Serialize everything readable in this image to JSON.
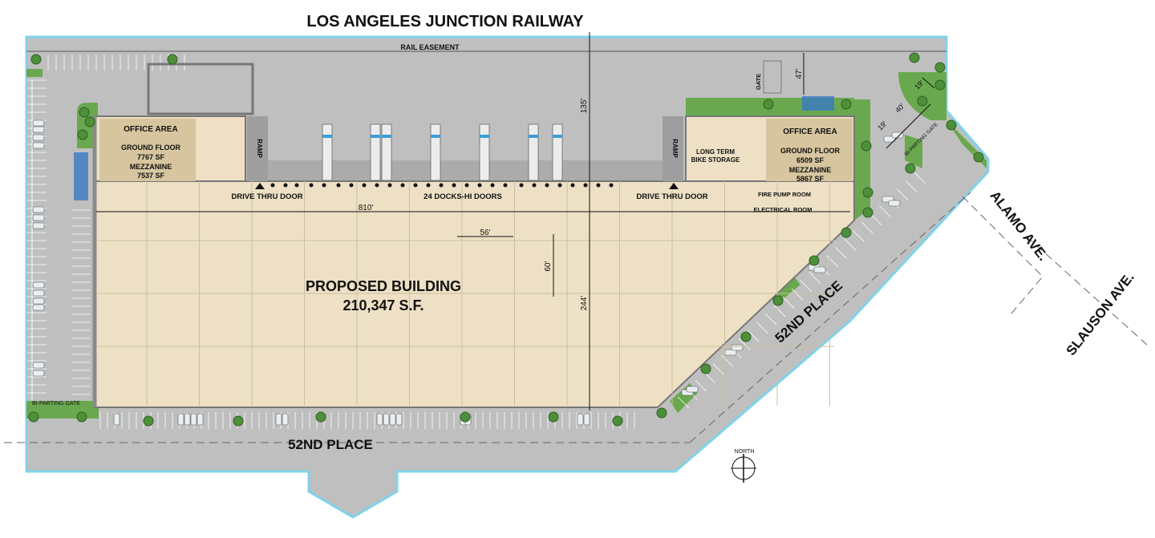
{
  "labels": {
    "railway": "LOS ANGELES JUNCTION RAILWAY",
    "rail_easement": "RAIL EASEMENT",
    "street_bottom": "52ND PLACE",
    "street_diagonal": "52ND PLACE",
    "alamo": "ALAMO AVE.",
    "slauson": "SLAUSON AVE.",
    "building_title": "PROPOSED BUILDING",
    "building_area": "210,347 S.F.",
    "docks": "24 DOCKS-HI DOORS",
    "drive_thru_left": "DRIVE THRU DOOR",
    "drive_thru_right": "DRIVE THRU DOOR",
    "ramp_left": "RAMP",
    "ramp_right": "RAMP",
    "gate_top": "GATE",
    "bi_parting_gate_left": "BI-PARTING GATE",
    "bi_parting_gate_right": "BI-PARTING GATE",
    "bike_storage_1": "LONG TERM",
    "bike_storage_2": "BIKE STORAGE",
    "fire_pump": "FIRE PUMP ROOM",
    "electrical": "ELECTRICAL ROOM",
    "north": "NORTH"
  },
  "office_left": {
    "title": "OFFICE  AREA",
    "ground_floor_label": "GROUND FLOOR",
    "ground_floor_area": "7767 SF",
    "mezzanine_label": "MEZZANINE",
    "mezzanine_area": "7537 SF"
  },
  "office_right": {
    "title": "OFFICE AREA",
    "ground_floor_label": "GROUND FLOOR",
    "ground_floor_area": "6509 SF",
    "mezzanine_label": "MEZZANINE",
    "mezzanine_area": "5867 SF"
  },
  "dimensions": {
    "building_length": "810'",
    "bay_width": "56'",
    "bay_depth": "60'",
    "truck_court": "135'",
    "building_depth": "244'",
    "gate_setback": "47'",
    "corner_40": "40'",
    "corner_19a": "19'",
    "corner_19b": "19'"
  },
  "colors": {
    "paving": "#bfbfbf",
    "building": "#ede0c4",
    "office": "#d6c59e",
    "landscape": "#6aa84f",
    "property_line": "#7fd3ea",
    "wall": "#777777"
  }
}
